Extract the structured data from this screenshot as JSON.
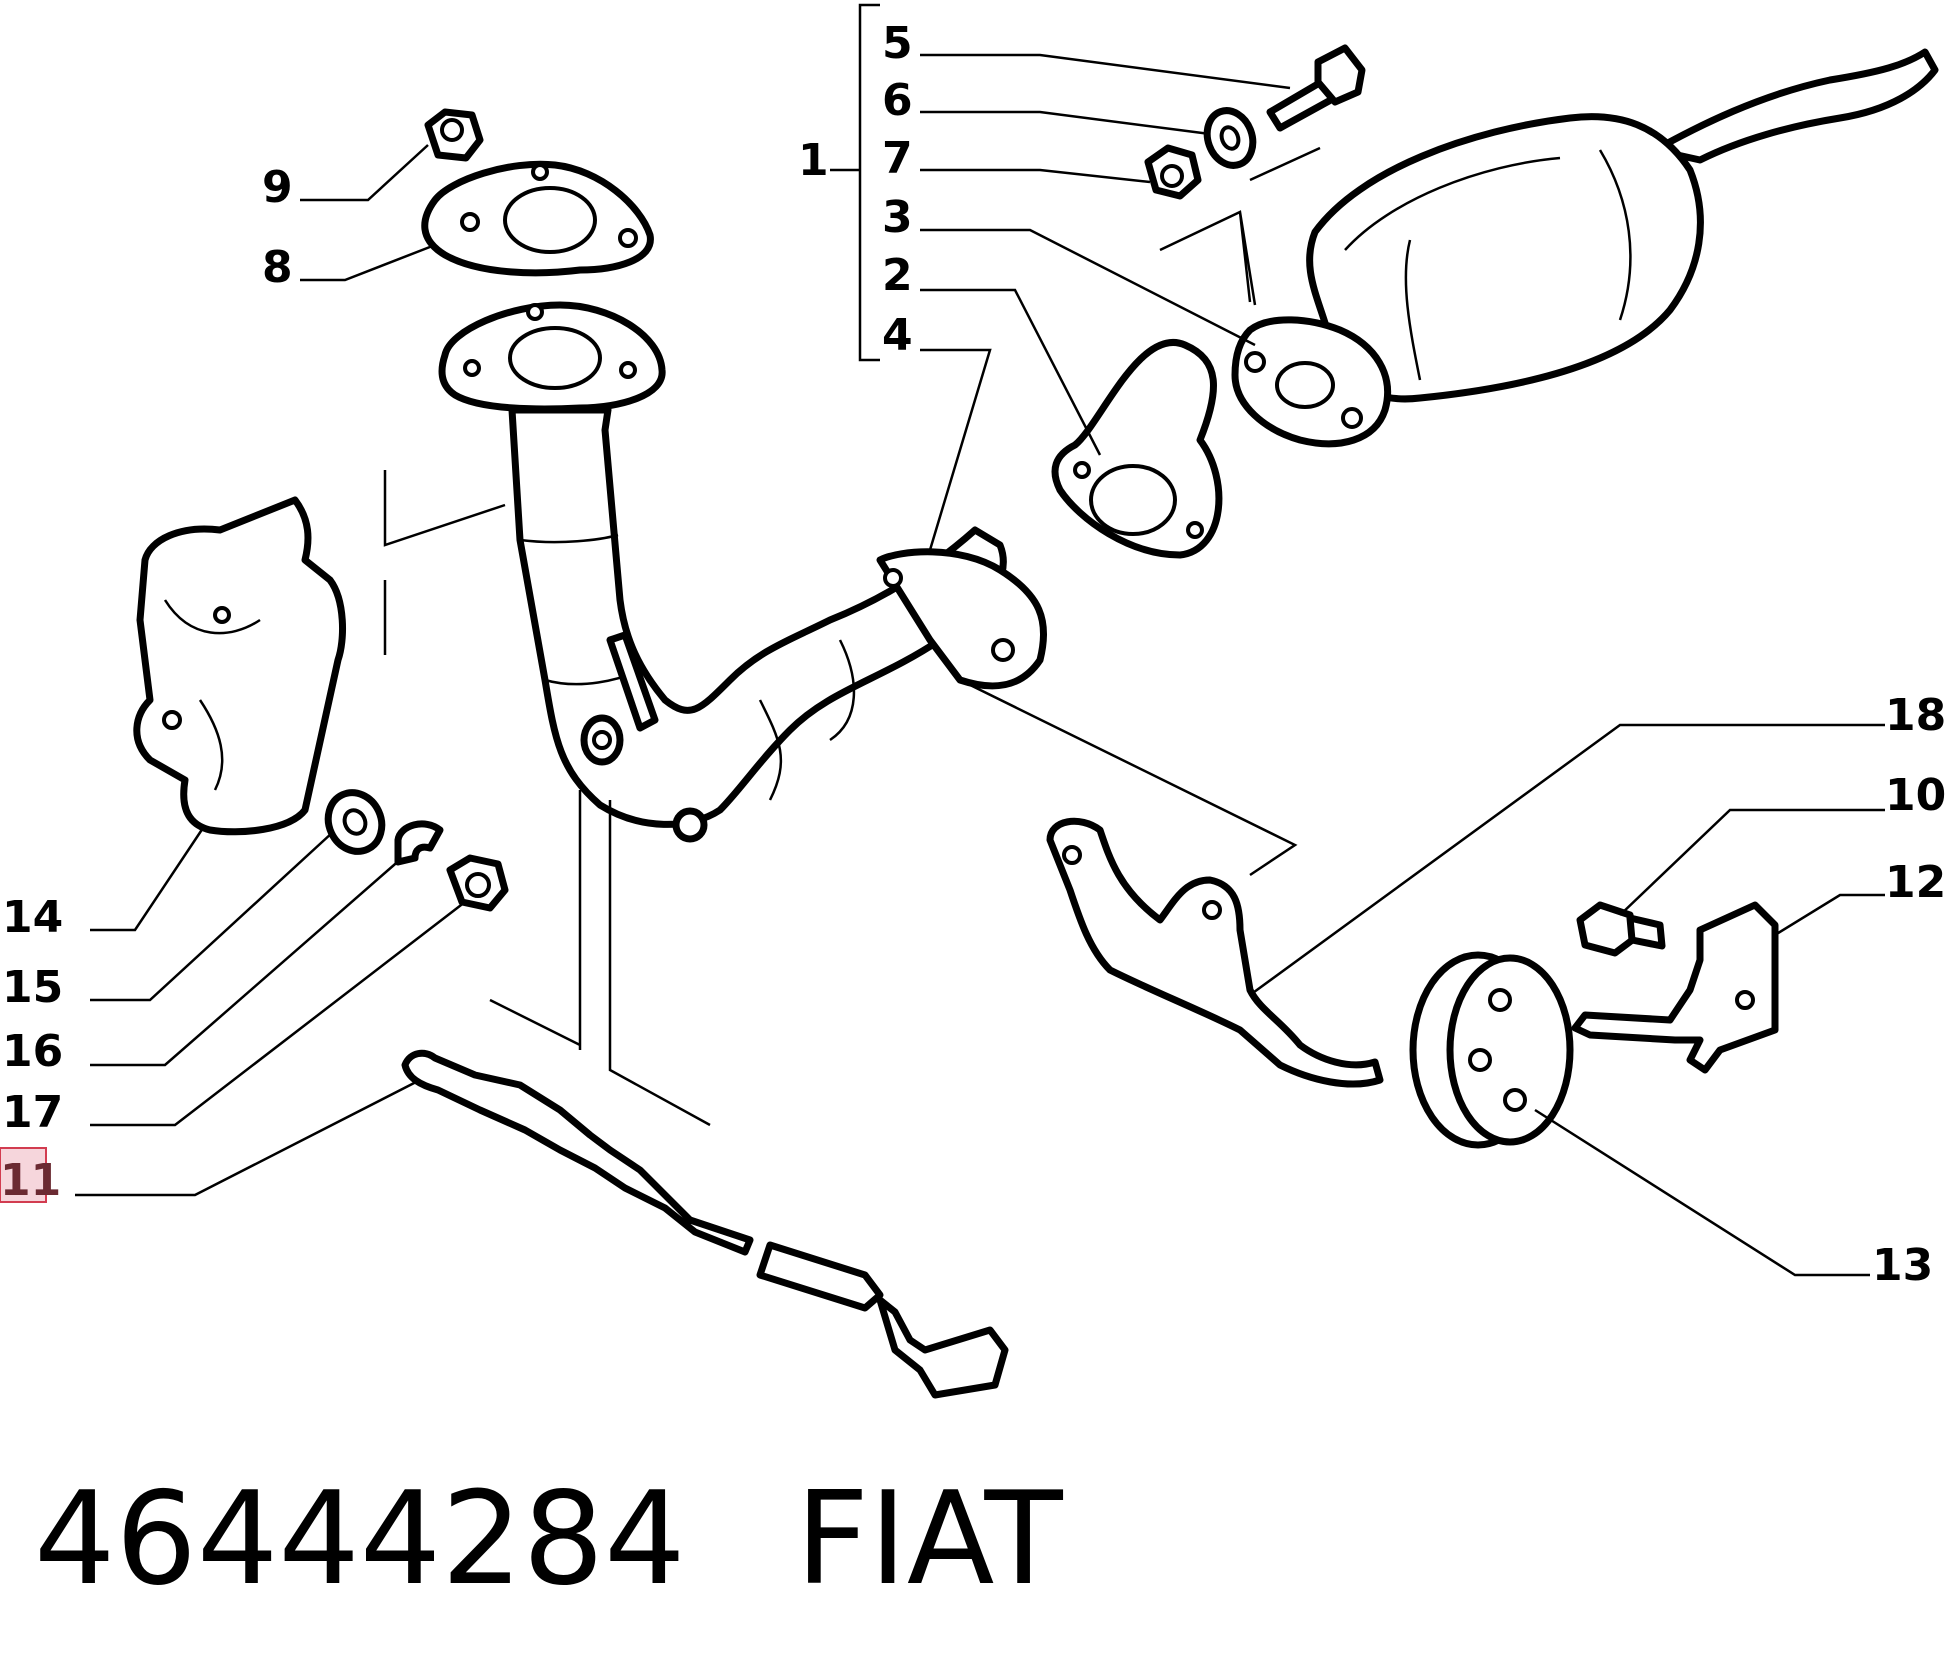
{
  "callouts": {
    "c1": "1",
    "c2": "2",
    "c3": "3",
    "c4": "4",
    "c5": "5",
    "c6": "6",
    "c7": "7",
    "c8": "8",
    "c9": "9",
    "c10": "10",
    "c11": "11",
    "c12": "12",
    "c13": "13",
    "c14": "14",
    "c15": "15",
    "c16": "16",
    "c17": "17",
    "c18": "18"
  },
  "highlighted_callout": "11",
  "footer": {
    "part_number": "46444284",
    "brand": "FIAT"
  },
  "colors": {
    "line": "#000000",
    "highlight_fill": "#f6d6dc",
    "highlight_border": "#d23c50"
  }
}
